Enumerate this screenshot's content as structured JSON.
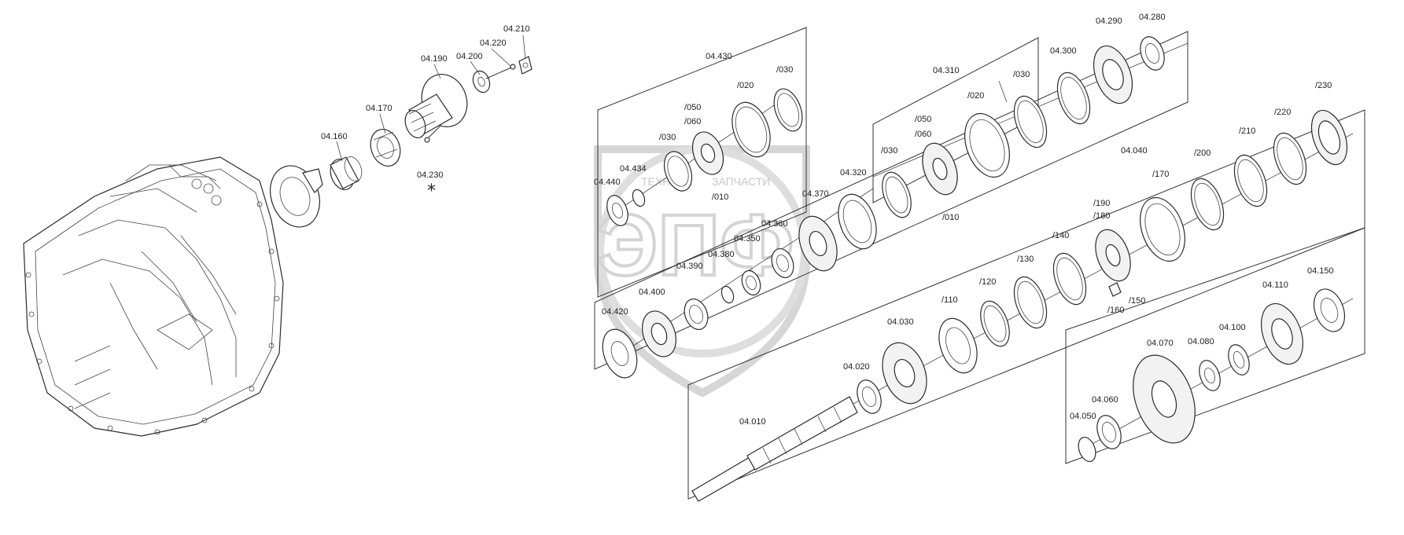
{
  "watermark": {
    "big": "ЭПФ",
    "small_left": "ТЕХНИКА",
    "small_right": "ЗАПЧАСТИ"
  },
  "marker": "*",
  "labels": {
    "l04_210": "04.210",
    "l04_220": "04.220",
    "l04_200": "04.200",
    "l04_190": "04.190",
    "l04_170": "04.170",
    "l04_160": "04.160",
    "l04_230": "04.230",
    "l04_430": "04.430",
    "l04_430_030": "/030",
    "l04_430_020": "/020",
    "l04_430_050": "/050",
    "l04_430_060": "/060",
    "l04_430_030b": "/030",
    "l04_430_010": "/010",
    "l04_434": "04.434",
    "l04_440": "04.440",
    "l04_310": "04.310",
    "l04_310_030": "/030",
    "l04_310_020": "/020",
    "l04_310_050": "/050",
    "l04_310_060": "/060",
    "l04_310_030b": "/030",
    "l04_310_010": "/010",
    "l04_300": "04.300",
    "l04_290": "04.290",
    "l04_280": "04.280",
    "l04_320": "04.320",
    "l04_370": "04.370",
    "l04_360": "04.360",
    "l04_350": "04.350",
    "l04_380": "04.380",
    "l04_390": "04.390",
    "l04_400": "04.400",
    "l04_420": "04.420",
    "l04_040": "04.040",
    "l04_040_230": "/230",
    "l04_040_220": "/220",
    "l04_040_210": "/210",
    "l04_040_200": "/200",
    "l04_040_170": "/170",
    "l04_040_190": "/190",
    "l04_040_180": "/180",
    "l04_040_140": "/140",
    "l04_040_130": "/130",
    "l04_040_120": "/120",
    "l04_040_110": "/110",
    "l04_040_150": "/150",
    "l04_040_160": "/160",
    "l04_030": "04.030",
    "l04_020": "04.020",
    "l04_010": "04.010",
    "l04_150": "04.150",
    "l04_110": "04.110",
    "l04_100": "04.100",
    "l04_080": "04.080",
    "l04_070": "04.070",
    "l04_060": "04.060",
    "l04_050": "04.050"
  }
}
